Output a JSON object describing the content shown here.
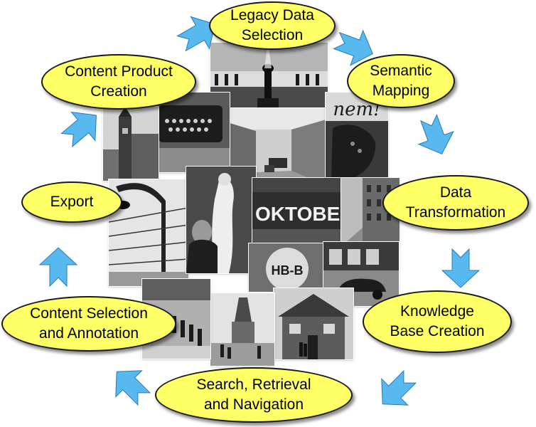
{
  "colors": {
    "ellipse_fill": "#ffff66",
    "ellipse_border": "#1b1b1b",
    "arrow_fill": "#58b8f0",
    "arrow_edge": "#2a7bb0"
  },
  "process_steps": [
    {
      "id": "legacy-data-selection",
      "label": "Legacy Data\nSelection"
    },
    {
      "id": "semantic-mapping",
      "label": "Semantic\nMapping"
    },
    {
      "id": "data-transformation",
      "label": "Data\nTransformation"
    },
    {
      "id": "knowledge-base-creation",
      "label": "Knowledge\nBase Creation"
    },
    {
      "id": "search-retrieval-navigation",
      "label": "Search, Retrieval\nand Navigation"
    },
    {
      "id": "content-selection-annotation",
      "label": "Content Selection\nand Annotation"
    },
    {
      "id": "export",
      "label": "Export"
    },
    {
      "id": "content-product-creation",
      "label": "Content Product\nCreation"
    }
  ],
  "photo_captions": {
    "oktober_sign": "OKTOBER",
    "balloon": "HB-B",
    "poster_text": "nem!"
  },
  "arrow_icon": "chevron-arrow-icon"
}
